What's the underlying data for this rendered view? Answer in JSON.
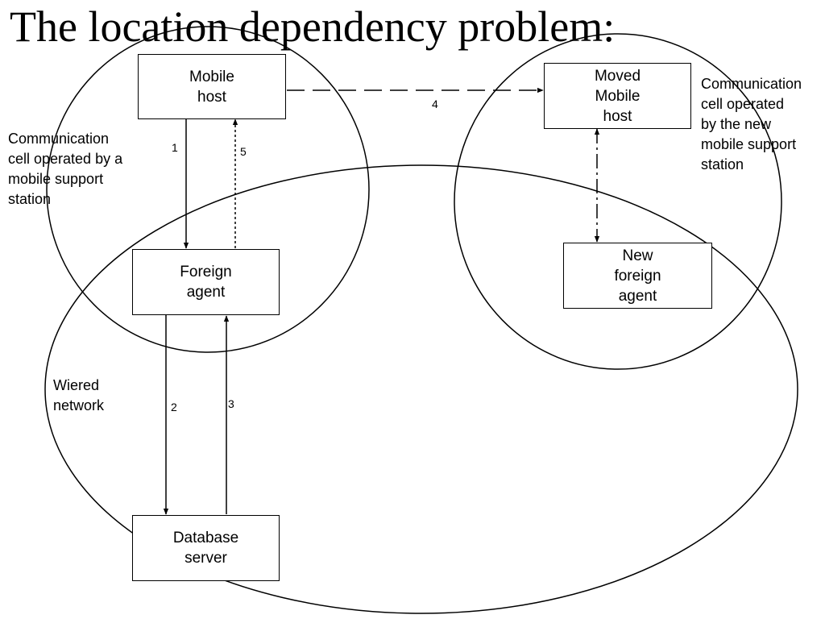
{
  "title": "The location dependency problem:",
  "nodes": {
    "mobile_host": "Mobile\nhost",
    "moved_mobile_host": "Moved\nMobile\nhost",
    "foreign_agent": "Foreign\nagent",
    "new_foreign_agent": "New\nforeign\nagent",
    "database_server": "Database\nserver"
  },
  "regions": {
    "left_cell": "Communication\ncell operated by a\nmobile support\nstation",
    "right_cell": "Communication\ncell operated\nby the new\nmobile support\nstation",
    "wired_network": "Wiered\nnetwork"
  },
  "steps": {
    "s1": "1",
    "s2": "2",
    "s3": "3",
    "s4": "4",
    "s5": "5"
  }
}
